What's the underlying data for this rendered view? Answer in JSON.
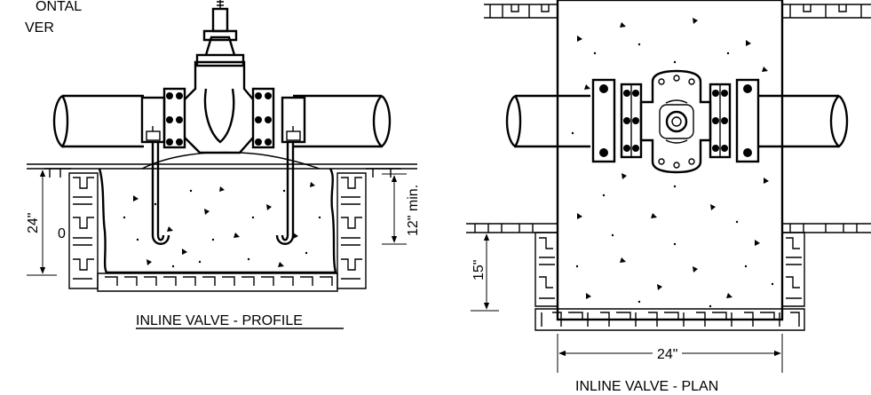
{
  "header": {
    "corner_line1": "ONTAL",
    "corner_line2": "VER"
  },
  "profile": {
    "title": "INLINE VALVE - PROFILE",
    "dim_depth": "24\"",
    "dim_cover": "12\" min.",
    "dim_zero": "0"
  },
  "plan": {
    "title": "INLINE VALVE - PLAN",
    "dim_depth": "15\"",
    "dim_width": "24\""
  },
  "icons": {
    "valve": "gate-valve-icon",
    "pipe": "pipe-icon",
    "anchor": "j-bolt-anchor-icon"
  },
  "colors": {
    "line": "#000000",
    "background": "#ffffff"
  }
}
